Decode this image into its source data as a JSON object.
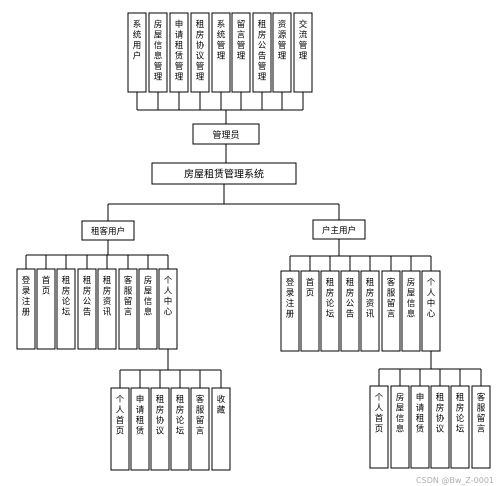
{
  "root": {
    "label": "房屋租赁管理系统"
  },
  "admin": {
    "label": "管理员",
    "children": [
      "系统用户",
      "房屋信息管理",
      "申请租赁管理",
      "租房协议管理",
      "系统管理",
      "留言管理",
      "租房公告管理",
      "资源管理",
      "交流管理"
    ]
  },
  "tenant": {
    "label": "租客用户",
    "children": [
      "登录注册",
      "首页",
      "租房论坛",
      "租房公告",
      "租房资讯",
      "客服留言",
      "房屋信息",
      "个人中心"
    ],
    "personal": [
      "个人首页",
      "申请租赁",
      "租房协议",
      "租房论坛",
      "客服留言",
      "收藏"
    ]
  },
  "owner": {
    "label": "户主用户",
    "children": [
      "登录注册",
      "首页",
      "租房论坛",
      "租房公告",
      "租房资讯",
      "客服留言",
      "房屋信息",
      "个人中心"
    ],
    "personal": [
      "个人首页",
      "房屋信息",
      "申请租赁",
      "租房协议",
      "租房论坛",
      "客服留言"
    ]
  },
  "watermark": "CSDN @Bw_Z-0001"
}
